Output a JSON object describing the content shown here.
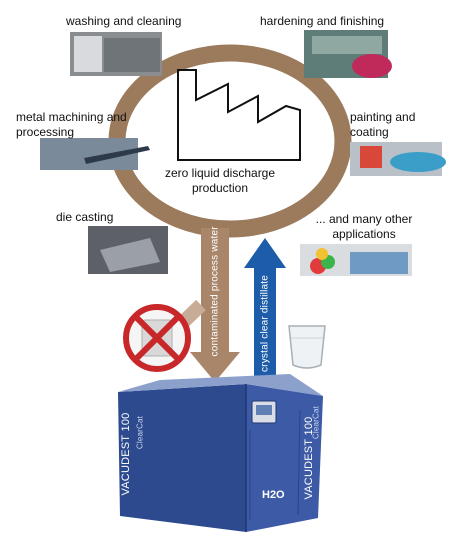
{
  "labels": {
    "washing": "washing and cleaning",
    "hardening": "hardening and finishing",
    "machining": "metal machining and processing",
    "painting": "painting and coating",
    "die_casting": "die casting",
    "many": "... and many other applications"
  },
  "center": {
    "text": "zero liquid discharge production"
  },
  "flows": {
    "down": "contaminated process water",
    "up": "crystal clear distillate"
  },
  "machine": {
    "brand_left": "VACUDEST",
    "model_left": "100",
    "sub_left": "ClearCat",
    "brand_right": "VACUDEST",
    "model_right": "100",
    "sub_right": "ClearCat",
    "logo": "H2O"
  },
  "colors": {
    "ring": "#9c7a5c",
    "down_arrow": "#a9856a",
    "up_arrow": "#1c5ca8",
    "machine": "#34509a",
    "forbidden": "#c8282a"
  }
}
